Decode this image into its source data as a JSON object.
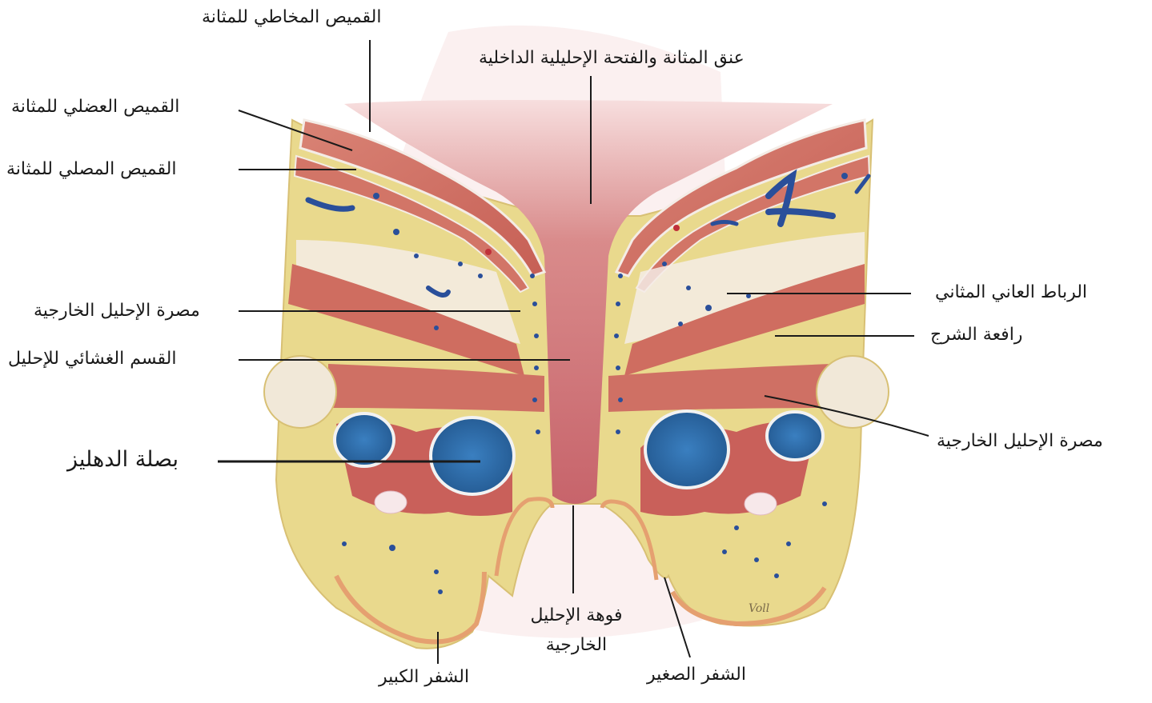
{
  "diagram": {
    "labels": {
      "mucosa": "القميص المخاطي للمثانة",
      "bladder_neck": "عنق المثانة والفتحة الإحليلية الداخلية",
      "muscular": "القميص العضلي للمثانة",
      "serosa": "القميص المصلي للمثانة",
      "pubovesical": "الرباط العاني المثاني",
      "external_sphincter_left": "مصرة الإحليل الخارجية",
      "levator_ani": "رافعة الشرج",
      "membranous_urethra": "القسم الغشائي للإحليل",
      "external_sphincter_right": "مصرة الإحليل الخارجية",
      "vestibular_bulb": "بصلة الدهليز",
      "urethral_orifice_line1": "فوهة الإحليل",
      "urethral_orifice_line2": "الخارجية",
      "labia_majora": "الشفر الكبير",
      "labia_minora": "الشفر الصغير",
      "signature": "Voll"
    },
    "colors": {
      "fat": "#e9d88a",
      "muscle": "#cf6f62",
      "urethra": "#c9626a",
      "bulb": "#2e6fa8",
      "fascia": "#f4ece6",
      "skin": "#e5a070",
      "vessel": "#2a4f9a",
      "watermark": "#f6dcdc"
    }
  }
}
